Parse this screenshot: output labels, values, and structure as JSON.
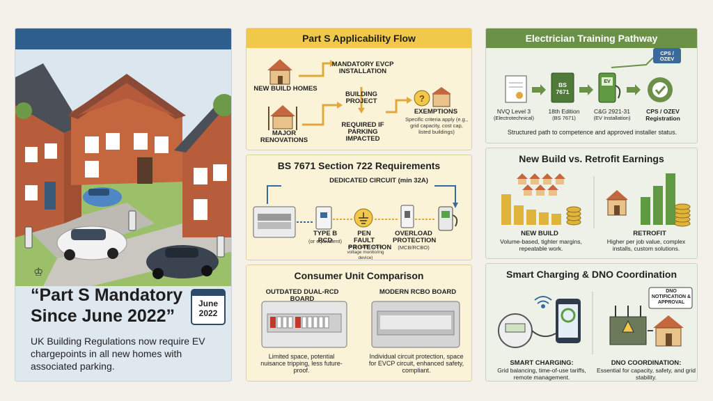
{
  "left": {
    "quote": "“Part S Mandatory Since June 2022”",
    "calendar_month": "June",
    "calendar_year": "2022",
    "description": "UK Building Regulations now require EV chargepoints in all new homes with associated parking."
  },
  "applicability": {
    "title": "Part S Applicability Flow",
    "new_build": "NEW BUILD HOMES",
    "major_renovations": "MAJOR RENOVATIONS",
    "mandatory": "MANDATORY EVCP INSTALLATION",
    "building_project": "BUILDING PROJECT",
    "required_if": "REQUIRED IF PARKING IMPACTED",
    "exemptions": "EXEMPTIONS",
    "exemptions_detail": "Specific criteria apply (e.g., grid capacity, cost cap, listed buildings)"
  },
  "bs7671": {
    "title": "BS 7671 Section 722 Requirements",
    "dedicated_circuit": "DEDICATED CIRCUIT (min 32A)",
    "rcd_label": "TYPE B RCD",
    "rcd_sub": "(or equivalent)",
    "pen_label": "PEN FAULT PROTECTION",
    "pen_sub": "(e.g., earth rod or voltage monitoring device)",
    "overload_label": "OVERLOAD PROTECTION",
    "overload_sub": "(MCB/RCBO)"
  },
  "consumer_unit": {
    "title": "Consumer Unit Comparison",
    "old_title": "OUTDATED DUAL-RCD BOARD",
    "old_desc": "Limited space, potential nuisance tripping, less future-proof.",
    "new_title": "MODERN RCBO BOARD",
    "new_desc": "Individual circuit protection, space for EVCP circuit, enhanced safety, compliant."
  },
  "training": {
    "title": "Electrician Training Pathway",
    "cps_tag": "CPS / OZEV",
    "book_label": "BS 7671",
    "charger_label": "EV",
    "steps": [
      {
        "title": "NVQ Level 3",
        "sub": "(Electrotechnical)"
      },
      {
        "title": "18th Edition",
        "sub": "(BS 7671)"
      },
      {
        "title": "C&G 2921-31",
        "sub": "(EV Installation)"
      },
      {
        "title": "CPS / OZEV",
        "sub": "Registration"
      }
    ],
    "caption": "Structured path to competence and approved installer status."
  },
  "earnings": {
    "title": "New Build vs. Retrofit Earnings",
    "new_build_title": "NEW BUILD",
    "new_build_desc": "Volume-based, tighter margins, repeatable work.",
    "retrofit_title": "RETROFIT",
    "retrofit_desc": "Higher per job value, complex installs, custom solutions."
  },
  "smart": {
    "title": "Smart Charging & DNO Coordination",
    "dno_tag": "DNO NOTIFICATION & APPROVAL",
    "smart_title": "SMART CHARGING:",
    "smart_desc": "Grid balancing, time-of-use tariffs, remote management.",
    "dno_title": "DNO COORDINATION:",
    "dno_desc": "Essential for capacity, safety, and grid stability."
  },
  "colors": {
    "blue": "#2f5f8f",
    "yellow": "#f0c94a",
    "green": "#6b9048",
    "bar_yellow": "#e0b43a",
    "bar_green": "#5f9a42"
  }
}
